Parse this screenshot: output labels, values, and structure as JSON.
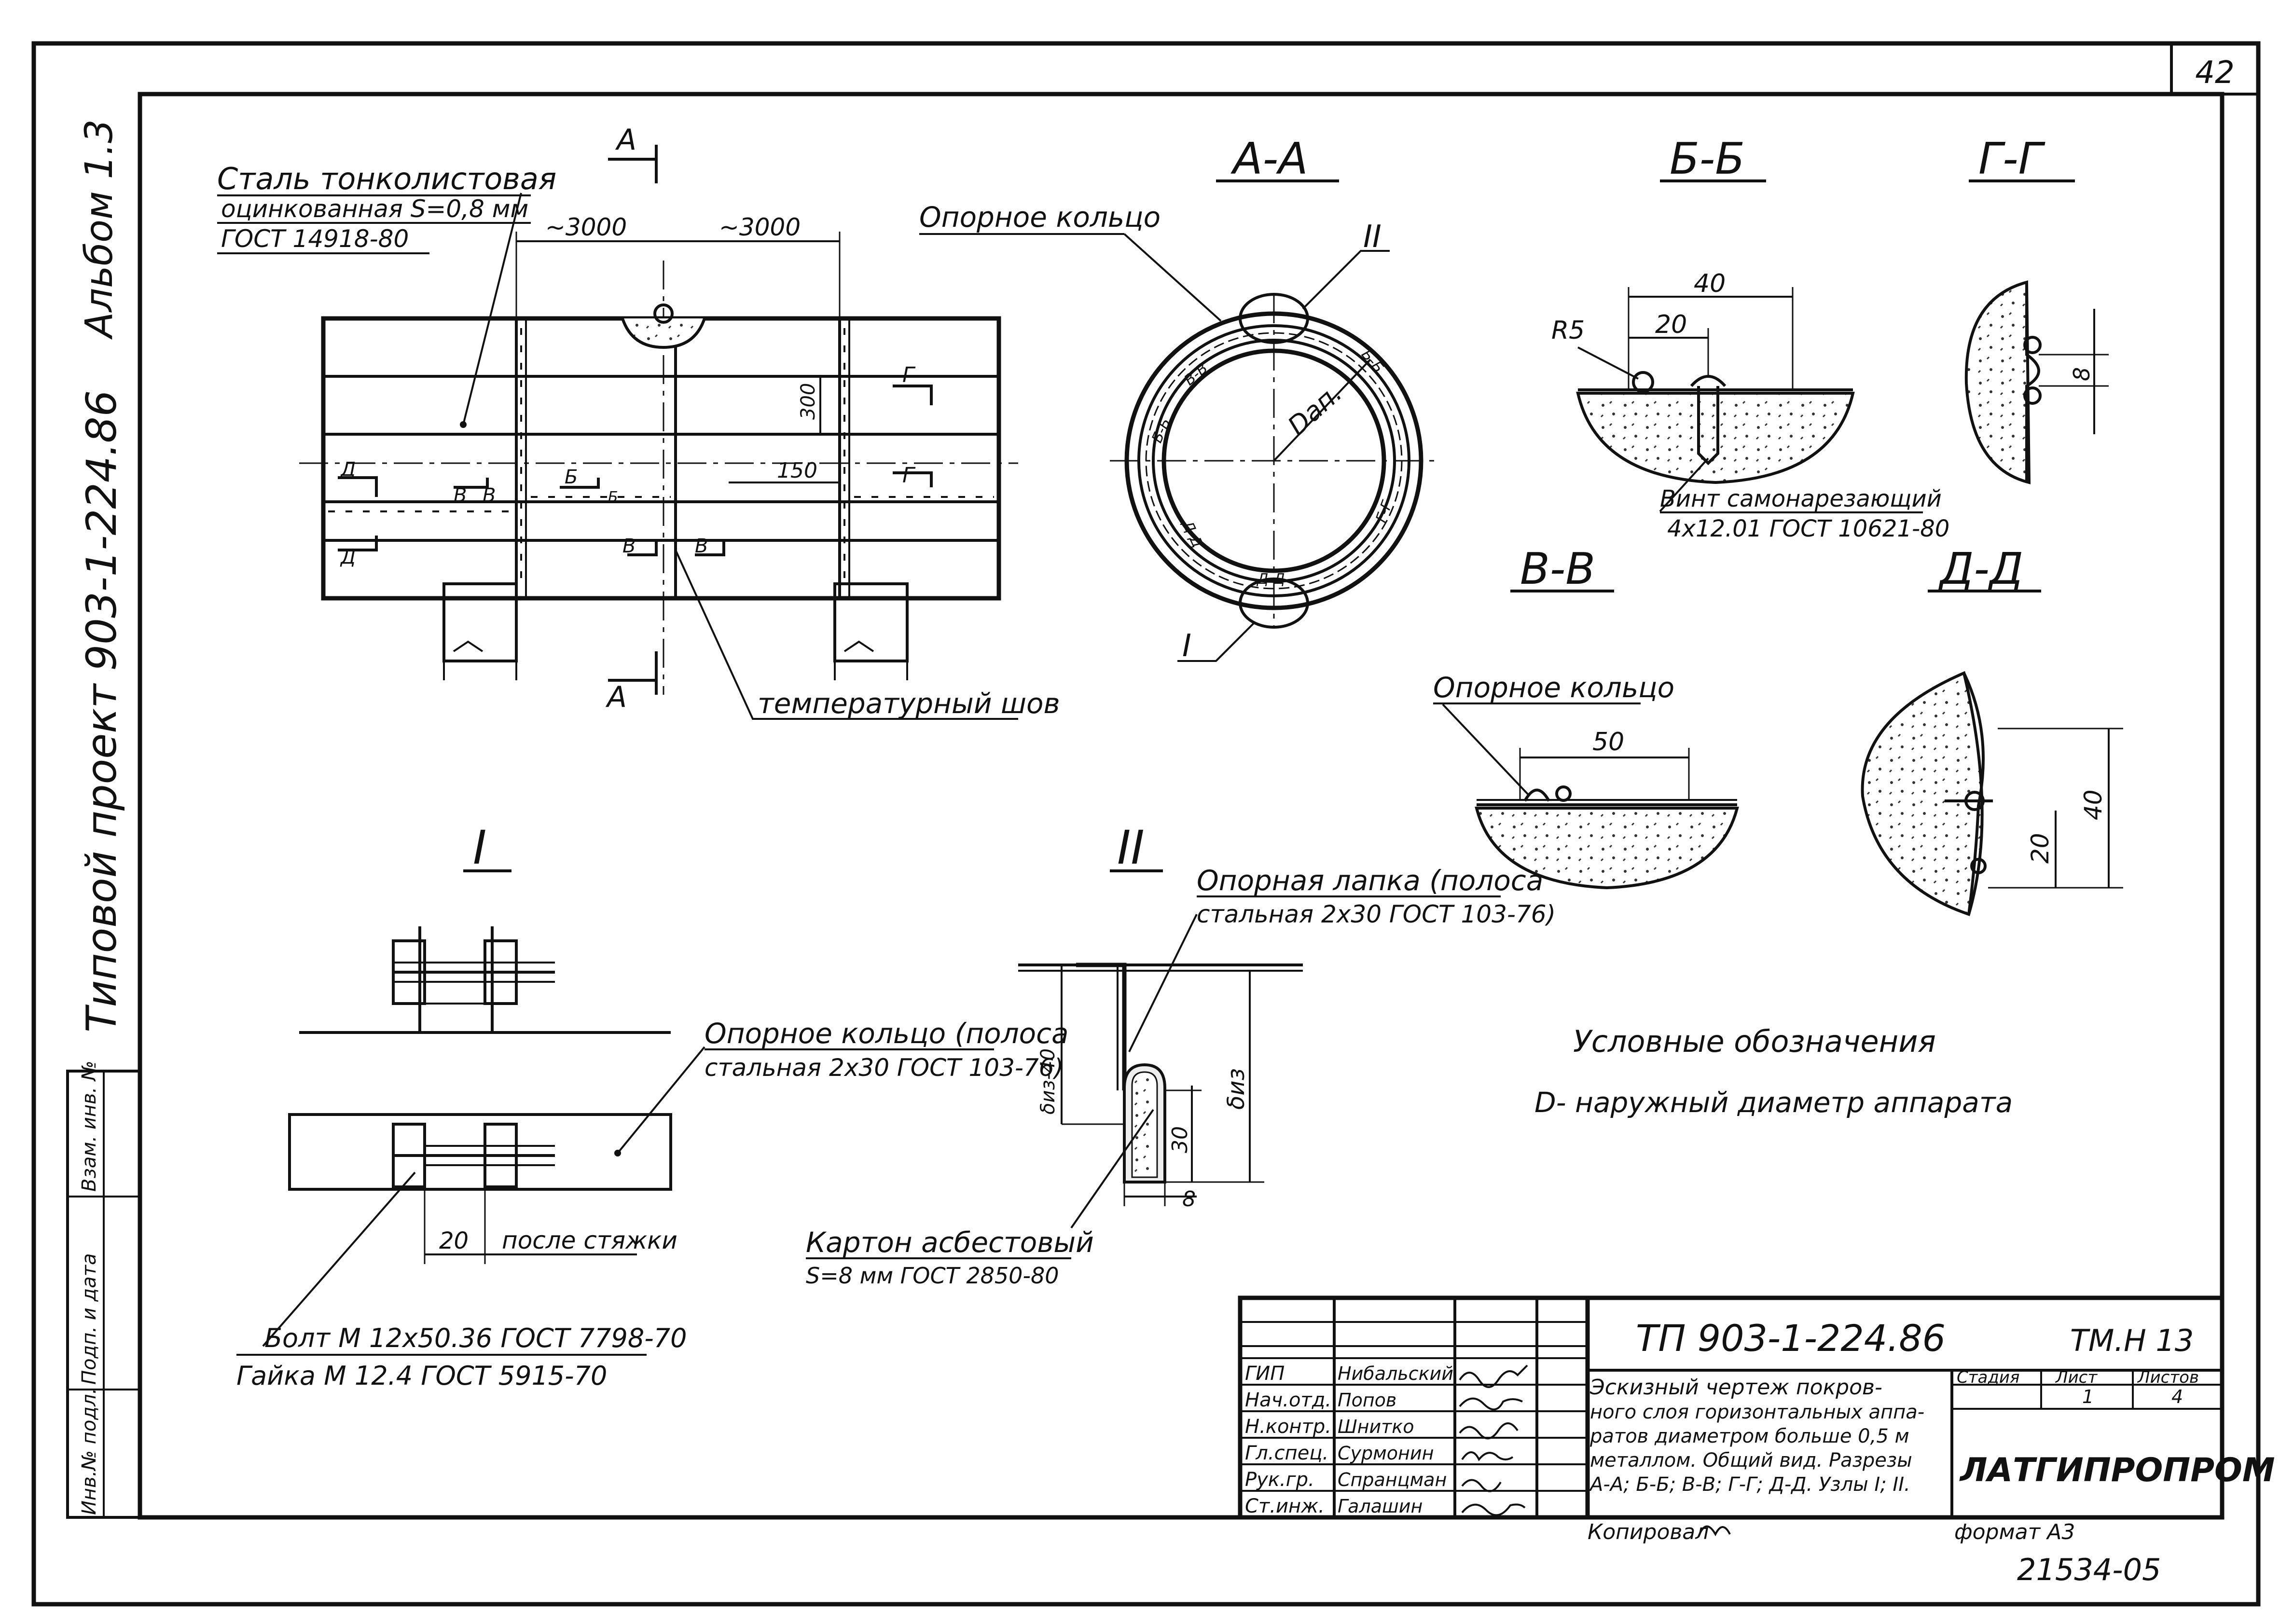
{
  "sheet": {
    "page_number": "42",
    "side_album": "Альбом 1.3",
    "side_project": "Типовой проект 903-1-224.86",
    "side_stamp": [
      "Инв.№ подл.",
      "Подп. и дата",
      "Взам. инв. №"
    ]
  },
  "main_view": {
    "callout_material": [
      "Сталь тонколистовая",
      "оцинкованная S=0,8 мм",
      "ГОСТ 14918-80"
    ],
    "dim_left": "~3000",
    "dim_right": "~3000",
    "dim_300": "300",
    "dim_150": "150",
    "section_marks": [
      "А",
      "А",
      "Г",
      "Г",
      "Д",
      "Д",
      "Б",
      "Б",
      "В",
      "В",
      "В",
      "В"
    ],
    "callout_seam": "температурный шов"
  },
  "section_aa": {
    "title": "А-А",
    "callout_ring": "Опорное кольцо",
    "label_diameter": "Dап.",
    "node_top": "II",
    "node_bottom": "I",
    "ring_labels": [
      "Б-Б",
      "Б-Б",
      "В-В",
      "Г-Г",
      "Д-Д",
      "Д-Д"
    ]
  },
  "section_bb": {
    "title": "Б-Б",
    "dim_40": "40",
    "dim_20": "20",
    "radius": "R5",
    "callout_screw": [
      "Винт самонарезающий",
      "4х12.01 ГОСТ 10621-80"
    ]
  },
  "section_gg": {
    "title": "Г-Г",
    "dim_8": "8"
  },
  "section_vv": {
    "title": "В-В",
    "callout_ring": "Опорное кольцо",
    "dim_50": "50"
  },
  "section_dd": {
    "title": "Д-Д",
    "dim_40": "40",
    "dim_20": "20"
  },
  "node_1": {
    "title": "I",
    "callout_ring": [
      "Опорное кольцо (полоса",
      "стальная 2х30 ГОСТ 103-76)"
    ],
    "dim_20": "20",
    "note_after": "после стяжки",
    "callout_bolt": [
      "Болт М 12х50.36 ГОСТ 7798-70",
      "Гайка М 12.4 ГОСТ 5915-70"
    ]
  },
  "node_2": {
    "title": "II",
    "callout_lug": [
      "Опорная лапка (полоса",
      "стальная 2х30 ГОСТ 103-76)"
    ],
    "dim_biz40": "δиз-40",
    "dim_biz": "δиз",
    "dim_30": "30",
    "dim_8": "8",
    "callout_cardboard": [
      "Картон асбестовый",
      "S=8 мм ГОСТ 2850-80"
    ]
  },
  "legend": {
    "title": "Условные обозначения",
    "item": "D- наружный диаметр аппарата"
  },
  "title_block": {
    "code": "ТП 903-1-224.86",
    "sheet_code": "ТМ.Н 13",
    "roles": [
      "ГИП",
      "Нач.отд.",
      "Н.контр.",
      "Гл.спец.",
      "Рук.гр.",
      "Ст.инж."
    ],
    "names": [
      "Нибальский",
      "Попов",
      "Шнитко",
      "Сурмонин",
      "Спранцман",
      "Галашин"
    ],
    "signatures": [
      "Нибальский",
      "Попов",
      "Шнитко",
      "Сурмонин",
      "Спранцман",
      "Галашин"
    ],
    "description": [
      "Эскизный чертеж покров-",
      "ного слоя горизонтальных аппа-",
      "ратов диаметром больше 0,5 м",
      "металлом. Общий вид. Разрезы",
      "А-А; Б-Б; В-В; Г-Г; Д-Д. Узлы I; II."
    ],
    "stage_header": "Стадия",
    "sheet_header": "Лист",
    "sheets_header": "Листов",
    "stage_value": "",
    "sheet_value": "1",
    "sheets_value": "4",
    "organization": "ЛАТГИПРОПРОМ",
    "copied": "Копировал",
    "format": "формат А3",
    "inventory": "21534-05"
  }
}
